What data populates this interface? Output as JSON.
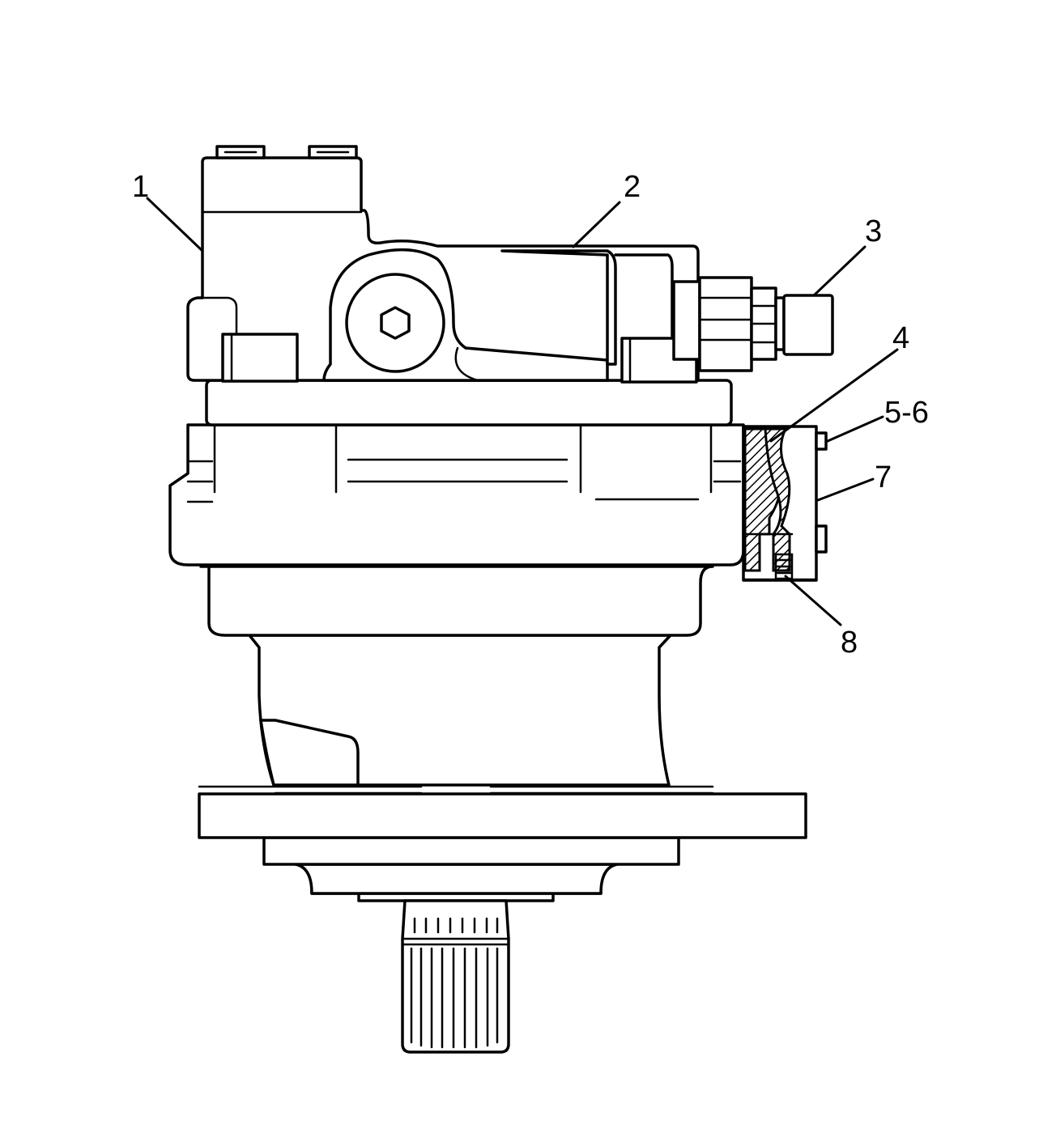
{
  "colors": {
    "line": "#000000",
    "background": "#ffffff"
  },
  "callouts": [
    {
      "id": "1",
      "label": "1"
    },
    {
      "id": "2",
      "label": "2"
    },
    {
      "id": "3",
      "label": "3"
    },
    {
      "id": "4",
      "label": "4"
    },
    {
      "id": "5-6",
      "label": "5-6"
    },
    {
      "id": "7",
      "label": "7"
    },
    {
      "id": "8",
      "label": "8"
    }
  ]
}
